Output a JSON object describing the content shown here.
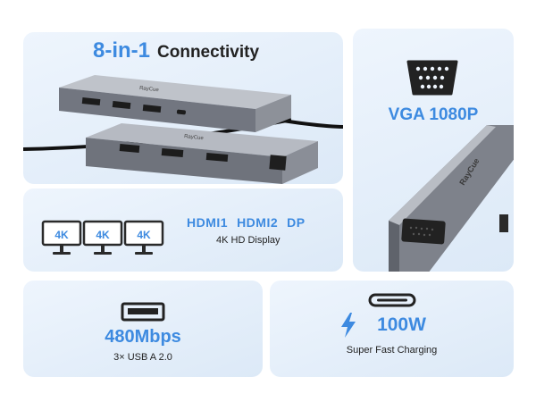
{
  "connectivity": {
    "count_label": "8-in-1",
    "title": "Connectivity",
    "brand": "RayCue"
  },
  "vga": {
    "title": "VGA 1080P",
    "brand": "RayCue"
  },
  "display": {
    "badges": [
      "4K",
      "4K",
      "4K"
    ],
    "ports": [
      "HDMI1",
      "HDMI2",
      "DP"
    ],
    "subtitle": "4K HD Display"
  },
  "usb": {
    "speed": "480Mbps",
    "subtitle": "3× USB A 2.0"
  },
  "charging": {
    "power": "100W",
    "subtitle": "Super Fast Charging"
  },
  "colors": {
    "accent": "#3d8ae0",
    "card": "#e3eefa",
    "device": "#7c8089"
  }
}
